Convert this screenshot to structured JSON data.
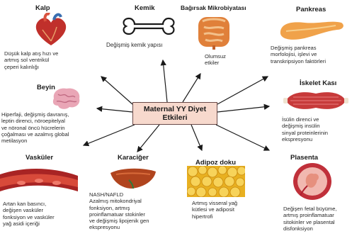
{
  "center": {
    "line1": "Maternal YY Diyet",
    "line2": "Etkileri"
  },
  "nodes": {
    "kalp": {
      "title": "Kalp",
      "desc": [
        "Düşük kalp atış hızı ve",
        "artmış sol ventrikül",
        "çeperi kalınlığı"
      ]
    },
    "kemik": {
      "title": "Kemik",
      "desc": [
        "Değişmiş kemik yapısı"
      ]
    },
    "bagirsak": {
      "title": "Bağırsak Mikrobiyatası",
      "desc": [
        "Olumsuz",
        "etkiler"
      ]
    },
    "pankreas": {
      "title": "Pankreas",
      "desc": [
        "Değişmiş pankreas",
        "morfolojisi, işlevi ve",
        "transkripsiyon faktörleri"
      ]
    },
    "beyin": {
      "title": "Beyin",
      "desc": [
        "Hiperfaji, değişmiş davranış,",
        "leptin direnci, nöroepitelyal",
        "ve nöronal öncü hücrelerin",
        "çoğalması ve azalmış global",
        "metilasyon"
      ]
    },
    "iskelet": {
      "title": "İskelet Kası",
      "desc": [
        "İsülin direnci ve",
        "değişmiş insülin",
        "sinyal proteinlerinin",
        "ekspresyonu"
      ]
    },
    "vaskuler": {
      "title": "Vasküler",
      "desc": [
        "Artan kan basıncı,",
        "değişen vasküler",
        "fonksiyon ve vasküler",
        "yağ asidi içeriği"
      ]
    },
    "karaciger": {
      "title": "Karaciğer",
      "desc": [
        "NASH/NAFLD",
        "Azalmış mitokondriyal",
        "fonksiyon, artmış",
        "proinflamatuar stokinler",
        "ve değişmiş lipojenik gen",
        "ekspresyonu"
      ]
    },
    "adipoz": {
      "title": "Adipoz doku",
      "desc": [
        "Artmış visseral yağ",
        "kütlesi ve adiposit",
        "hipertrofi"
      ]
    },
    "plasenta": {
      "title": "Plasenta",
      "desc": [
        "Değişen fetal büyüme,",
        "artmış proinflamatuar",
        "sitokinler ve plasental",
        "disfonksiyon"
      ]
    }
  }
}
